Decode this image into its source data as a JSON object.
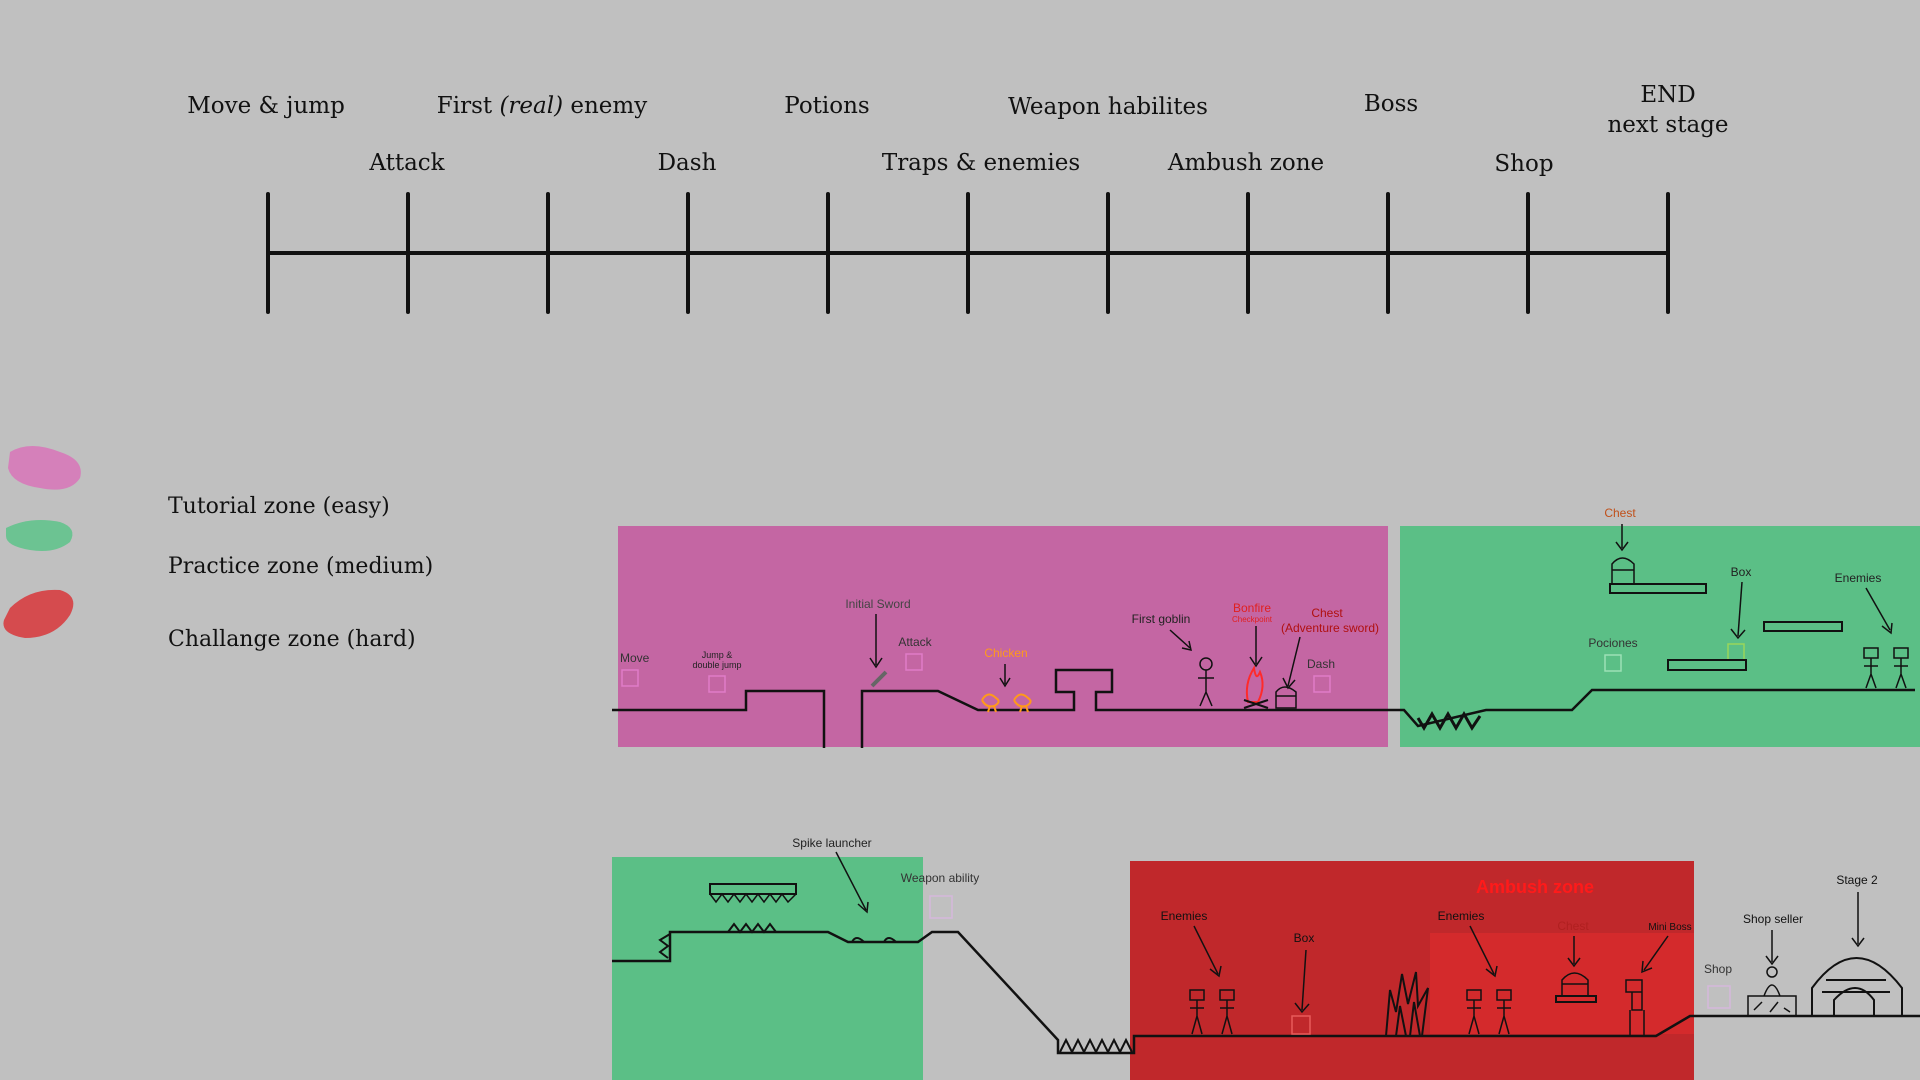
{
  "timeline": {
    "top_labels": [
      "Move & jump",
      "First (real) enemy",
      "Potions",
      "Weapon habilites",
      "Boss",
      "END"
    ],
    "top_label_end_line2": "next stage",
    "bottom_labels": [
      "Attack",
      "Dash",
      "Traps & enemies",
      "Ambush zone",
      "Shop"
    ],
    "tick_count": 11
  },
  "legend": [
    {
      "label": "Tutorial zone (easy)",
      "color": "#d874b8"
    },
    {
      "label": "Practice zone (medium)",
      "color": "#5dc389"
    },
    {
      "label": "Challange zone (hard)",
      "color": "#d8363a"
    }
  ],
  "zones": {
    "tutorial_color": "#c466a3",
    "practice_color": "#5bbf86",
    "challenge_color": "#c0282b",
    "ambush_inner_color": "#d42a2c",
    "ambush_title_color": "#ff1a1a"
  },
  "level_top": {
    "move": "Move",
    "jump_line1": "Jump &",
    "jump_line2": "double jump",
    "initial_sword": "Initial Sword",
    "attack": "Attack",
    "chicken": "Chicken",
    "first_goblin": "First goblin",
    "bonfire": "Bonfire",
    "checkpoint": "Checkpoint",
    "chest_line1": "Chest",
    "chest_line2": "(Adventure sword)",
    "dash": "Dash",
    "chest_green": "Chest",
    "box": "Box",
    "enemies": "Enemies",
    "pociones": "Pociones"
  },
  "level_bottom": {
    "spike_launcher": "Spike launcher",
    "weapon_ability": "Weapon ability",
    "enemies_1": "Enemies",
    "box": "Box",
    "ambush_zone": "Ambush zone",
    "enemies_2": "Enemies",
    "chest": "Chest",
    "mini_boss": "Mini Boss",
    "shop": "Shop",
    "shop_seller": "Shop seller",
    "stage_2": "Stage 2"
  }
}
